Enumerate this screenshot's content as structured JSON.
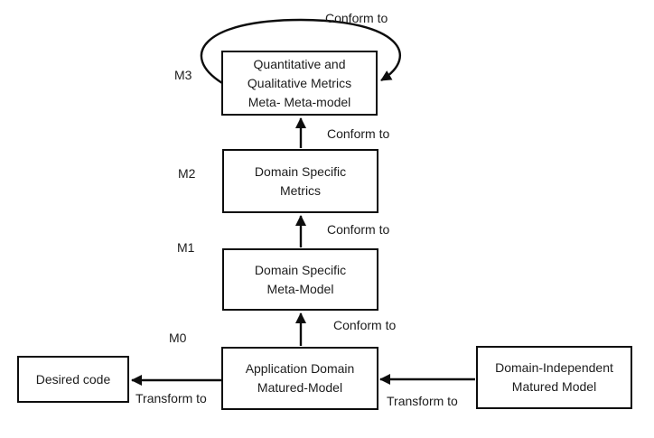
{
  "boxes": {
    "m3": {
      "line1": "Quantitative and",
      "line2": "Qualitative Metrics",
      "line3": "Meta- Meta-model"
    },
    "m2": {
      "line1": "Domain Specific",
      "line2": "Metrics"
    },
    "m1": {
      "line1": "Domain Specific",
      "line2": "Meta-Model"
    },
    "m0": {
      "line1": "Application Domain",
      "line2": "Matured-Model"
    },
    "desired_code": {
      "line1": "Desired code"
    },
    "domain_independent": {
      "line1": "Domain-Independent",
      "line2": "Matured Model"
    }
  },
  "level_labels": {
    "m3": "M3",
    "m2": "M2",
    "m1": "M1",
    "m0": "M0"
  },
  "edge_labels": {
    "conform_self_loop": "Conform to",
    "conform_m2_to_m3": "Conform to",
    "conform_m1_to_m2": "Conform to",
    "conform_m0_to_m1": "Conform to",
    "transform_to_desired_code": "Transform to",
    "transform_to_application": "Transform to"
  },
  "colors": {
    "line": "#0d0d0d",
    "text": "#1c1c1c",
    "background": "#ffffff"
  }
}
